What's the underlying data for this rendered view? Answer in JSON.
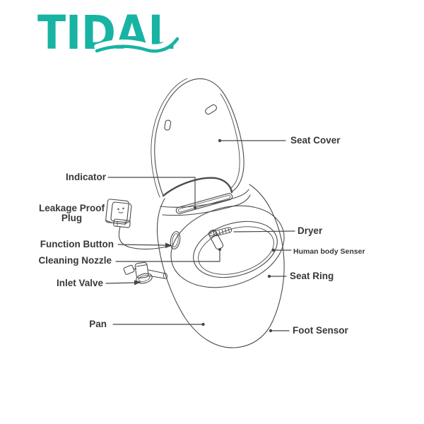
{
  "brand": {
    "logo_text": "TIDAL"
  },
  "colors": {
    "brand_teal": "#17b3a3",
    "line_art": "#4a4a4a",
    "label_text": "#383838",
    "background": "#ffffff"
  },
  "diagram": {
    "illustration_alt": "Smart bidet toilet line drawing with open seat cover",
    "labels": {
      "indicator": "Indicator",
      "leakage_proof_plug": {
        "line1": "Leakage Proof",
        "line2": "Plug"
      },
      "function_button": "Function Button",
      "cleaning_nozzle": "Cleaning Nozzle",
      "inlet_valve": "Inlet Valve",
      "pan": "Pan",
      "seat_cover": "Seat Cover",
      "dryer": "Dryer",
      "human_body_sensor": "Human body Senser",
      "seat_ring": "Seat Ring",
      "foot_sensor": "Foot Sensor"
    }
  }
}
